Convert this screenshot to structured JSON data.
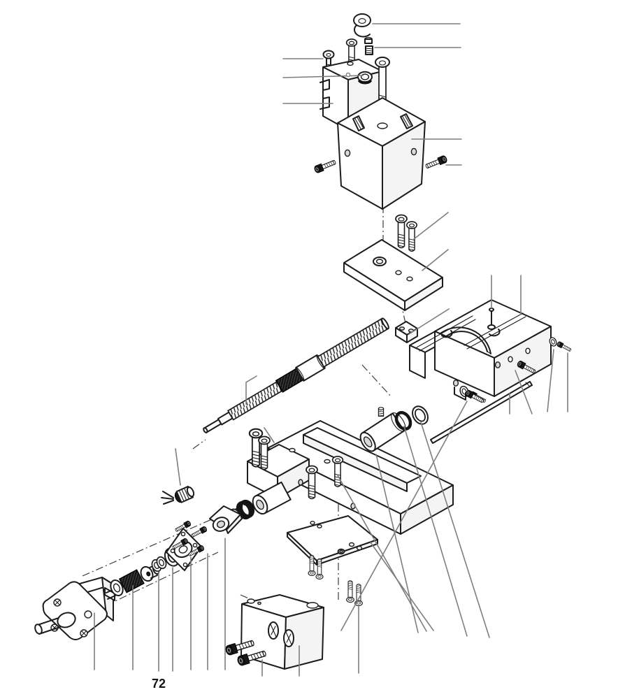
{
  "figure": {
    "label": "72",
    "type": "exploded-parts-diagram",
    "background": "#ffffff",
    "line_color": "#1c1c1c",
    "leader_color": "#7e7e7e",
    "centerline_color": "#3c3c3c"
  },
  "parts": [
    "shoulder-screw",
    "set-screw",
    "cap-screw",
    "button-screw",
    "long-cap-screw",
    "upper-bearing-block",
    "column-block",
    "side-screws",
    "mount-plate",
    "plate-screws",
    "retainer-clamp",
    "leadscrew",
    "leadscrew-nut",
    "o-ring-pair",
    "gib-adjust-screw",
    "gib-rod",
    "saddle-block",
    "swivel-arc",
    "saddle-pin",
    "saddle-screws",
    "carriage-block",
    "carriage-screws",
    "bearing-barrel",
    "barrel-washer",
    "barrel-o-ring",
    "bracket-plate",
    "bracket-screws",
    "end-plate",
    "end-plate-screws",
    "stepper-motor",
    "shaft-coupling",
    "washer-stack",
    "bearing-ring",
    "motor-flange",
    "flange-screws",
    "power-plug",
    "bearing-housing"
  ]
}
